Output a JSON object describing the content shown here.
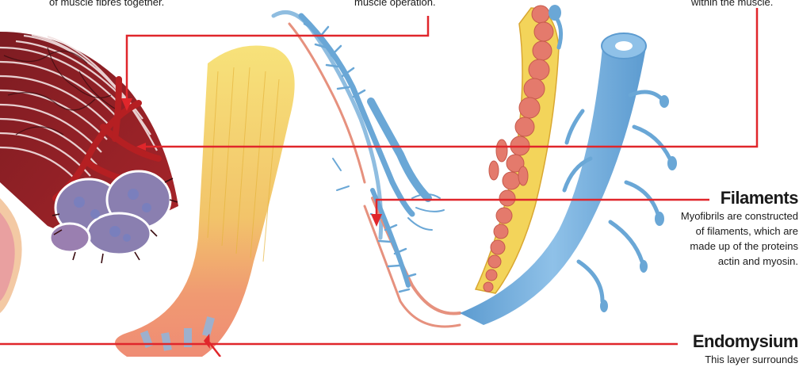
{
  "labels": {
    "perimysium_caption_tail": "of muscle fibres together.",
    "nerve_caption_tail": "muscle operation.",
    "blood_caption_tail": "within the muscle.",
    "filaments": {
      "heading": "Filaments",
      "lines": [
        "Myofibrils are constructed",
        "of filaments, which are",
        "made up of the proteins",
        "actin and myosin."
      ]
    },
    "endomysium": {
      "heading": "Endomysium",
      "lines": [
        "This layer surrounds"
      ]
    }
  },
  "colors": {
    "pointer": "#e0262b",
    "vessel": "#b51f22",
    "fibre_blue": "#6aa7d6",
    "fibrous_yellow": "#f3d45a",
    "nucleus_pink": "#e47a6c"
  }
}
